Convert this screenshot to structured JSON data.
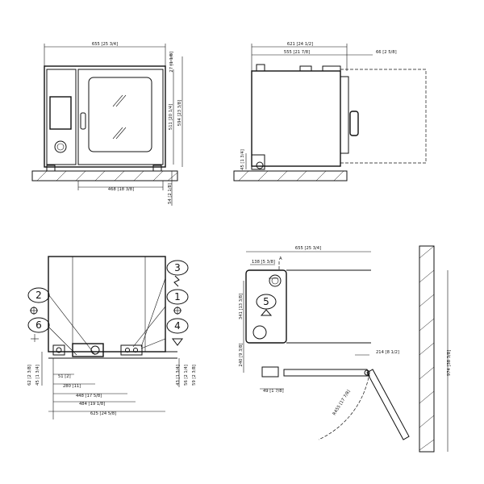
{
  "front_view": {
    "dim_total_width": "655 [25 3/4]",
    "dim_top_offset": "27 [1 1/8]",
    "dim_cavity_height": "511 [20 1/4]",
    "dim_total_height": "594 [23 3/8]",
    "dim_door_width": "468 [18 3/8]",
    "dim_leg_height": "54 [2 1/8]"
  },
  "side_view": {
    "dim_depth": "621 [24 1/2]",
    "dim_body_depth": "555 [21 7/8]",
    "dim_handle": "66 [2 5/8]",
    "dim_foot": "45 [1 3/4]"
  },
  "connections_view": {
    "callouts": [
      "2",
      "6",
      "3",
      "1",
      "4"
    ],
    "dims_left": [
      "62 [2 3/8]",
      "45 [1 3/4]"
    ],
    "dims_bottom": [
      "51 [2]",
      "280 [11]",
      "448 [17 5/8]",
      "484 [19 1/8]",
      "625 [24 5/8]"
    ],
    "dims_right": [
      "43 [1 3/4]",
      "56 [2 1/4]",
      "59 [2 3/8]"
    ]
  },
  "top_view": {
    "dim_total_width": "655 [25 3/4]",
    "dim_offset": "138 [5 3/8]",
    "marker_a": "A",
    "dim_height_1": "341 [13 3/8]",
    "dim_height_2": "240 [9 3/8]",
    "callout": "5",
    "dim_bottom": "49 [1 7/8]",
    "dim_arm": "214 [8 1/2]",
    "dim_radius": "R455 [17 7/8]",
    "dim_wall": "974 [38 3/8]"
  }
}
